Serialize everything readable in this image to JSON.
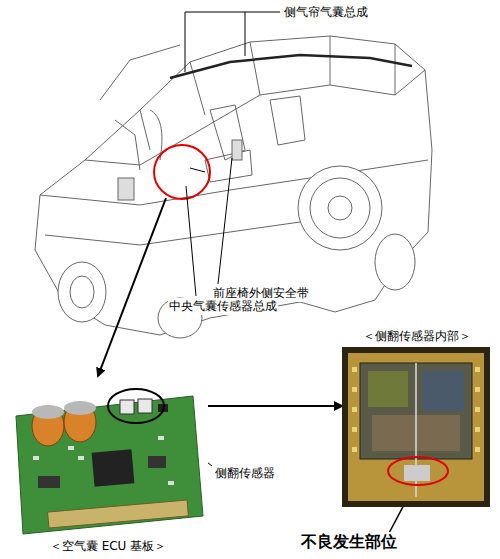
{
  "diagram": {
    "nodes": [
      {
        "text": [
          "＜空气囊 ECU 基板＞"
        ]
      },
      {
        "text": [
          "＜侧翻传感器内部＞"
        ]
      }
    ],
    "edges": [
      {
        "from": 0,
        "to": 1,
        "arrow": "to"
      }
    ],
    "labels": [
      "侧气帘气囊总成",
      "前座椅外侧安全带",
      "中央气囊传感器总成",
      "侧翻传感器",
      "不良发生部位"
    ]
  }
}
